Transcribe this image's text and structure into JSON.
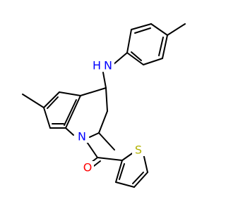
{
  "atoms": {
    "n_amine": {
      "label": "N",
      "sub": "H",
      "color": "#0000ff"
    },
    "n_ring": {
      "label": "N",
      "color": "#0000ff"
    },
    "o_carbonyl": {
      "label": "O",
      "color": "#ff0000"
    },
    "s_thiophene": {
      "label": "S",
      "color": "#b2b200"
    }
  },
  "colors": {
    "bond": "#000000",
    "background": "#ffffff"
  }
}
